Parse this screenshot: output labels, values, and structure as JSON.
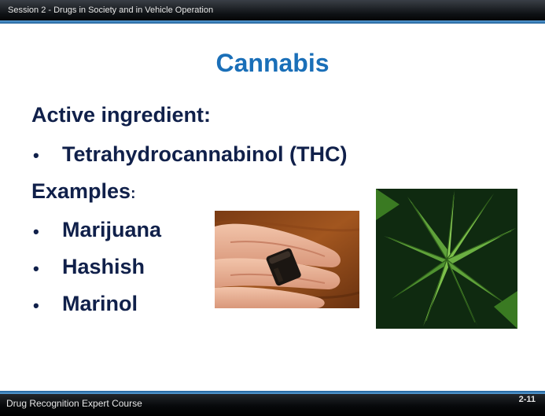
{
  "header": {
    "session_title": "Session 2 - Drugs in Society and in Vehicle Operation"
  },
  "slide": {
    "title": "Cannabis",
    "active_heading": "Active ingredient:",
    "active_items": [
      "Tetrahydrocannabinol (THC)"
    ],
    "examples_heading": "Examples",
    "examples_colon": ":",
    "examples_items": [
      "Marijuana",
      "Hashish",
      "Marinol"
    ],
    "bullet_char": "•"
  },
  "images": {
    "hashish_photo": "hashish-in-hand-photo",
    "leaf_photo": "cannabis-leaf-photo"
  },
  "footer": {
    "course_name": "Drug Recognition Expert Course",
    "page_number": "2-11"
  }
}
